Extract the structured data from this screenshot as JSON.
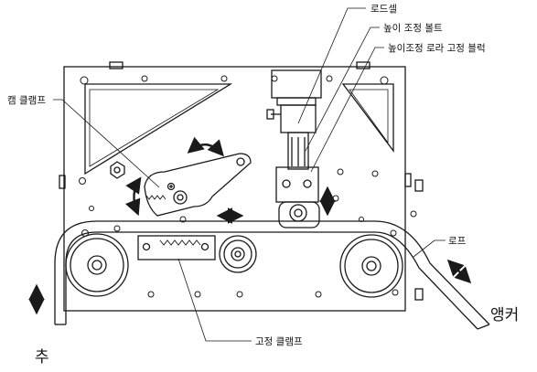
{
  "diagram": {
    "labels": {
      "load_cell": "로드셀",
      "height_bolt": "높이 조정 볼트",
      "roller_block": "높이조정 로라 고정 블럭",
      "cam_clamp": "캠 클램프",
      "rope": "로프",
      "fixed_clamp": "고정 클램프",
      "anchor": "앵커",
      "weight": "추"
    },
    "colors": {
      "line": "#1a1a1a",
      "background": "#ffffff"
    }
  }
}
